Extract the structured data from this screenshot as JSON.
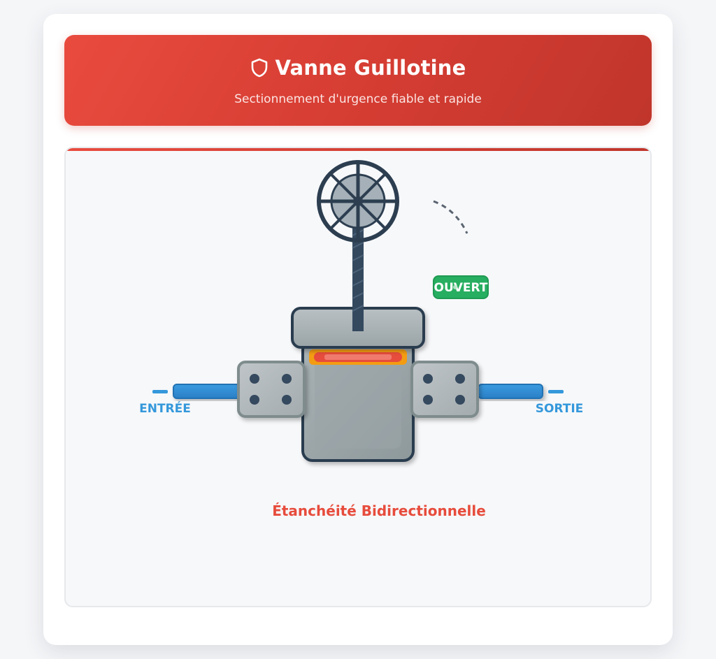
{
  "header": {
    "icon": "shield-icon",
    "title": "Vanne Guillotine",
    "subtitle": "Sectionnement d'urgence fiable et rapide"
  },
  "diagram": {
    "status_badge": "OUVERT",
    "inlet_label": "ENTRÉE",
    "outlet_label": "SORTIE",
    "caption": "Étanchéité Bidirectionnelle",
    "colors": {
      "accent": "#e74c3c",
      "flow": "#3498db",
      "status_open": "#27ae60",
      "body_dark": "#2c3e50",
      "seal": "#f39c12"
    }
  }
}
